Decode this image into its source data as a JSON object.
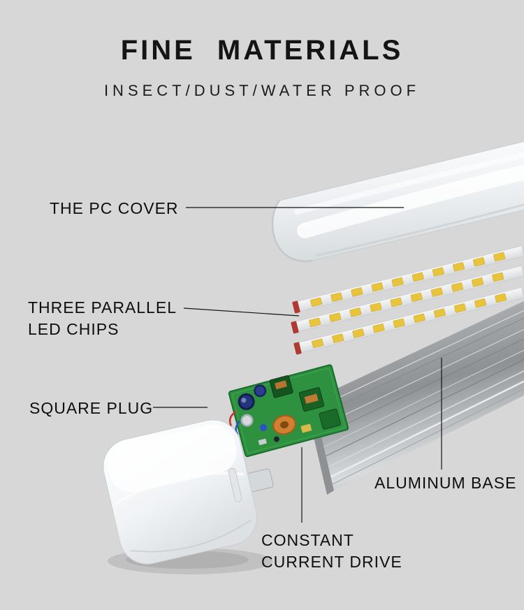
{
  "header": {
    "title": "FINE MATERIALS",
    "subtitle": "INSECT/DUST/WATER PROOF"
  },
  "labels": {
    "pc_cover": "THE PC COVER",
    "led_chips": [
      "THREE PARALLEL",
      "LED CHIPS"
    ],
    "square_plug": "SQUARE PLUG",
    "aluminum_base": "ALUMINUM BASE",
    "constant_current_drive": [
      "CONSTANT",
      "CURRENT DRIVE"
    ]
  },
  "illustration": {
    "parts": [
      "pc-cover",
      "led-strips",
      "driver-pcb",
      "aluminum-base",
      "square-plug"
    ]
  },
  "colors": {
    "background": "#d7d7d7",
    "title_text": "#141414",
    "label_text": "#0e0e0e",
    "leader_line": "#141414",
    "led_chip_yellow": "#e8c33c",
    "pcb_green": "#2e9140",
    "aluminum_gray": "#8d9194",
    "cover_white": "#eef1f3",
    "plug_white": "#f0f3f5"
  }
}
